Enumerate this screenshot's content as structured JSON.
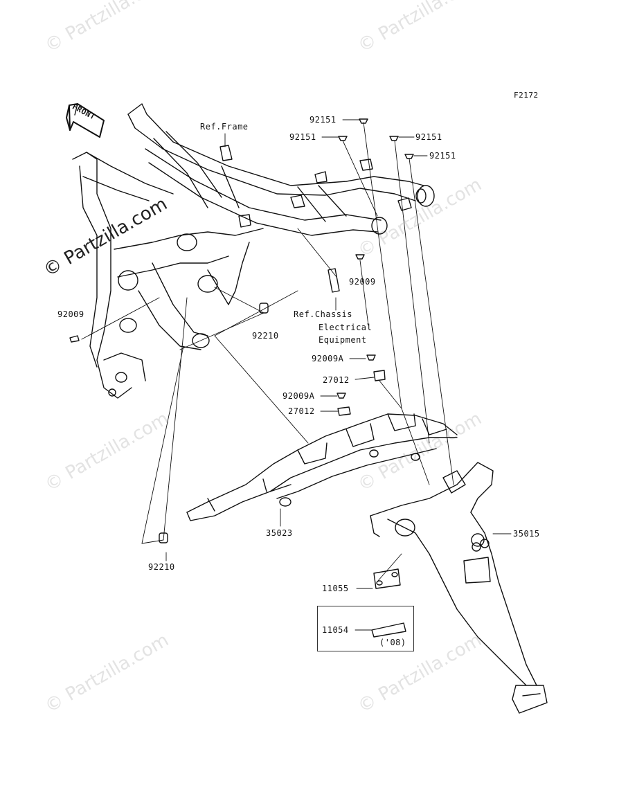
{
  "diagram_code": "F2172",
  "front_label": "FRONT",
  "watermark": "© Partzilla.com",
  "ref_labels": {
    "frame": "Ref.Frame",
    "chassis_line1": "Ref.Chassis",
    "chassis_line2": "Electrical",
    "chassis_line3": "Equipment"
  },
  "callouts": {
    "p92151_a": "92151",
    "p92151_b": "92151",
    "p92151_c": "92151",
    "p92151_d": "92151",
    "p92009_left": "92009",
    "p92009_right": "92009",
    "p92210_upper": "92210",
    "p92210_lower": "92210",
    "p92009A_a": "92009A",
    "p92009A_b": "92009A",
    "p27012_a": "27012",
    "p27012_b": "27012",
    "p35023": "35023",
    "p35015": "35015",
    "p11055": "11055",
    "p11054": "11054",
    "p11054_note": "('08)"
  }
}
